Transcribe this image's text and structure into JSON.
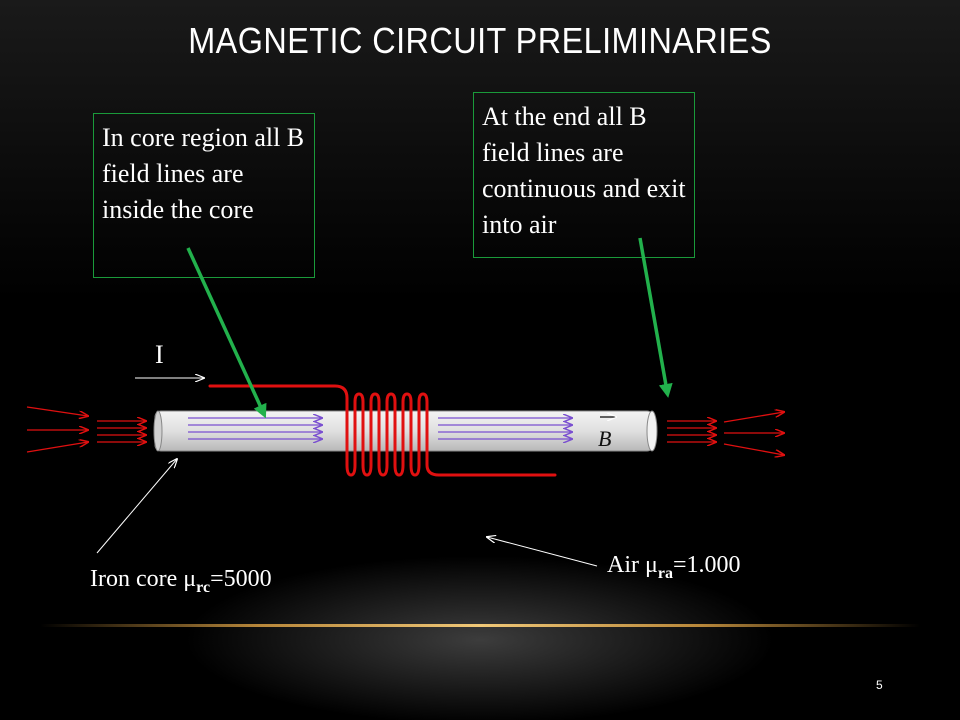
{
  "slide": {
    "title": "MAGNETIC CIRCUIT PRELIMINARIES",
    "page_number": "5"
  },
  "callouts": {
    "core": "In core region all B field lines are inside the core",
    "end": "At the end all B field lines are continuous and exit into air"
  },
  "labels": {
    "current": "I",
    "iron_core_prefix": "Iron core μ",
    "iron_core_sub": "rc",
    "iron_core_value": "=5000",
    "air_prefix": "Air μ",
    "air_sub": "ra",
    "air_value": "=1.000",
    "field_symbol": "B"
  },
  "colors": {
    "background": "#000000",
    "callout_border": "#1a9a3a",
    "pointer_arrow": "#22b14c",
    "coil": "#e01010",
    "field_lines_core": "#7a4fd0",
    "field_lines_air": "#e01010",
    "core_fill": "#e8e8e8"
  }
}
